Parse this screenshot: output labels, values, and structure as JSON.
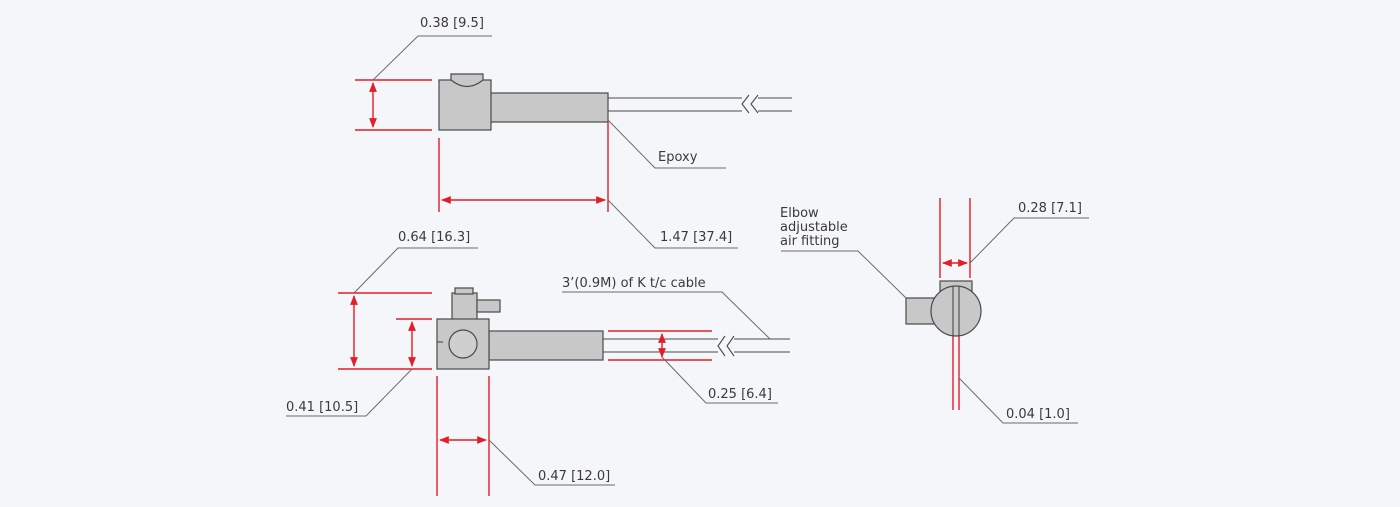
{
  "labels": {
    "top_height": "0.38 [9.5]",
    "epoxy": "Epoxy",
    "top_length": "1.47 [37.4]",
    "side_height_outer": "0.64 [16.3]",
    "side_height_inner": "0.41 [10.5]",
    "cable": "3’(0.9M) of K t/c cable",
    "cable_dia": "0.25 [6.4]",
    "side_width": "0.47 [12.0]",
    "elbow_line1": "Elbow",
    "elbow_line2": "adjustable",
    "elbow_line3": "air fitting",
    "end_width": "0.28 [7.1]",
    "end_gap": "0.04 [1.0]"
  },
  "colors": {
    "background": "#f5f6fa",
    "dimension": "#e41e26",
    "part_fill": "#c8c8c8",
    "outline": "#4a4a4a"
  }
}
